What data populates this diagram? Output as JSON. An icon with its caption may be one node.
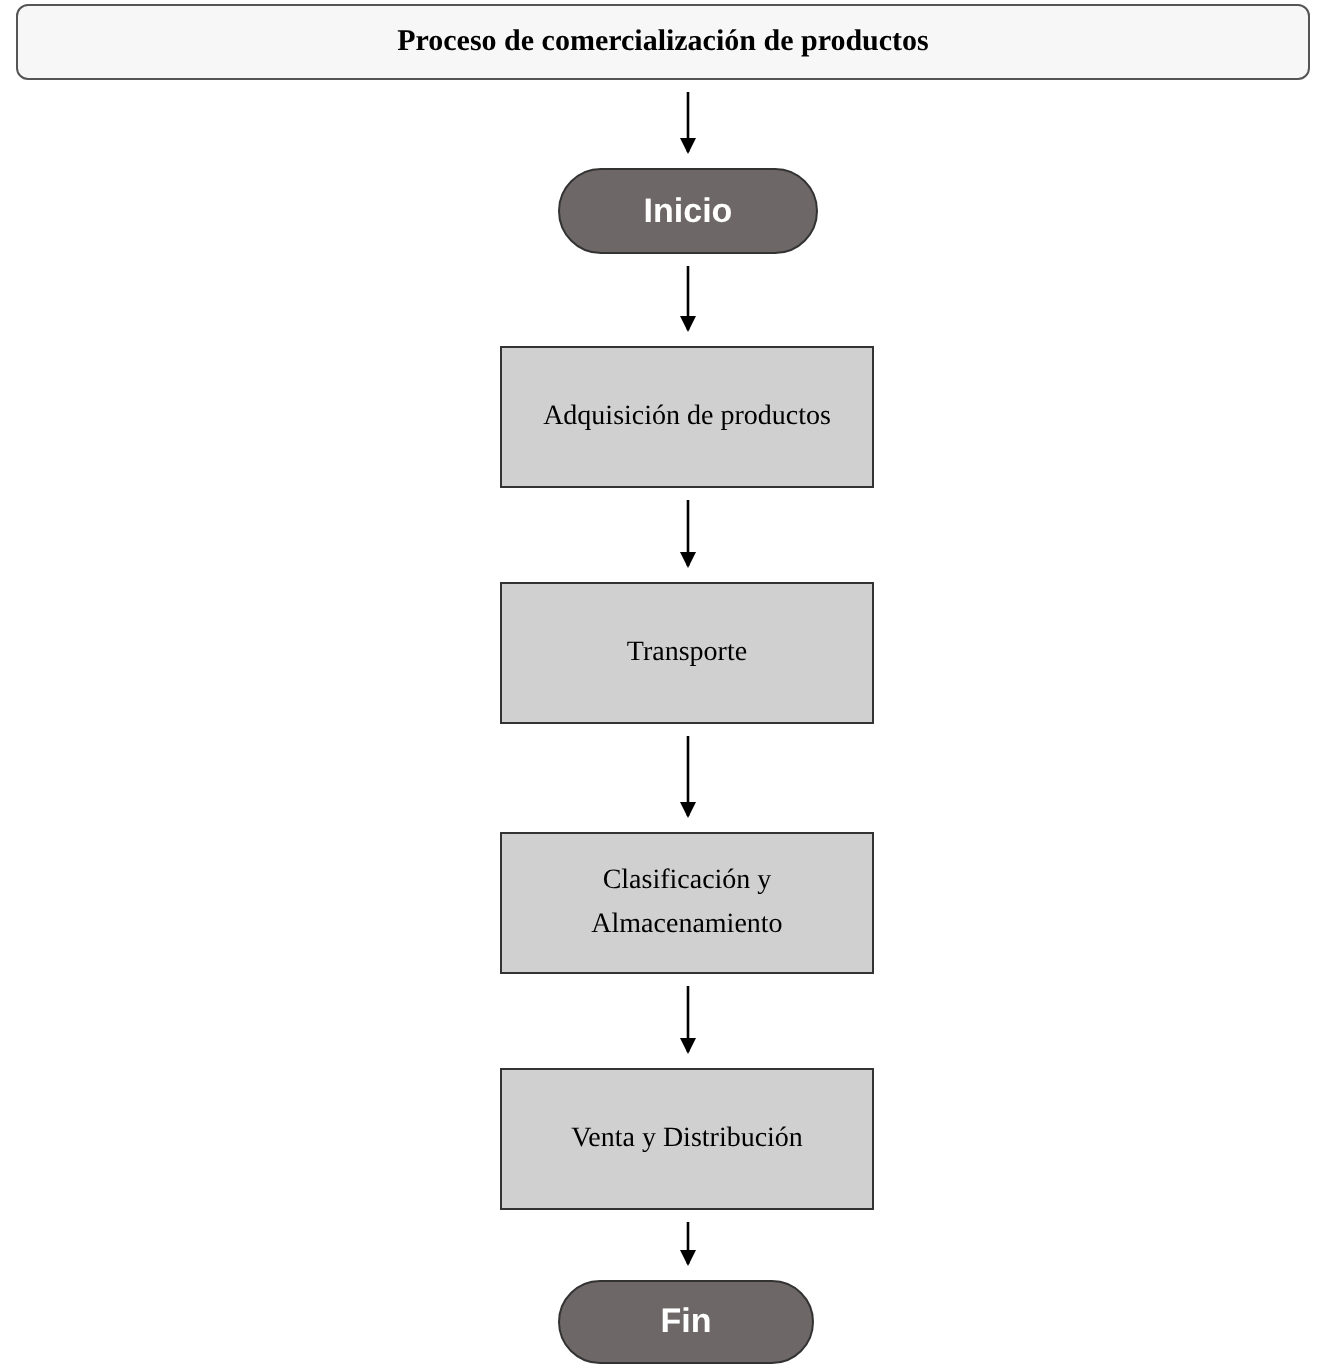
{
  "diagram": {
    "nodes": [
      {
        "text": [
          "Proceso de comercialización de productos"
        ]
      },
      {
        "text": [
          "Inicio"
        ]
      },
      {
        "text": [
          "Adquisición de productos"
        ]
      },
      {
        "text": [
          "Transporte"
        ]
      },
      {
        "text": [
          "Clasificación y Almacenamiento"
        ]
      },
      {
        "text": [
          "Venta y Distribución"
        ]
      },
      {
        "text": [
          "Fin"
        ]
      }
    ],
    "edges": [
      {
        "from": 0,
        "to": 1,
        "arrow": "to"
      },
      {
        "from": 1,
        "to": 2,
        "arrow": "to"
      },
      {
        "from": 2,
        "to": 3,
        "arrow": "to"
      },
      {
        "from": 3,
        "to": 4,
        "arrow": "to"
      },
      {
        "from": 4,
        "to": 5,
        "arrow": "to"
      },
      {
        "from": 5,
        "to": 6,
        "arrow": "to"
      }
    ]
  }
}
